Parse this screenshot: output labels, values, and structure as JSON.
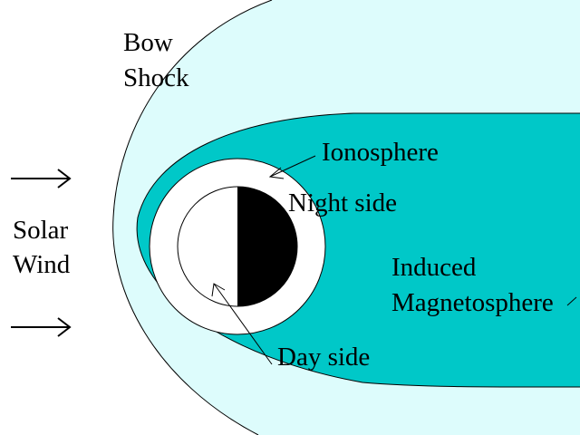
{
  "labels": {
    "bow_shock_line1": "Bow",
    "bow_shock_line2": "Shock",
    "solar_wind_line1": "Solar",
    "solar_wind_line2": "Wind",
    "ionosphere": "Ionosphere",
    "night_side": "Night side",
    "day_side": "Day side",
    "induced_line1": "Induced",
    "induced_line2": "Magnetosphere"
  },
  "colors": {
    "background": "#ffffff",
    "sheath": "#ddfcfc",
    "magnetosphere": "#00c8c8",
    "ionosphere": "#ffffff",
    "night": "#000000",
    "day": "#ffffff",
    "lines": "#000000"
  },
  "icons": {
    "wind_arrow": "right-arrow"
  }
}
